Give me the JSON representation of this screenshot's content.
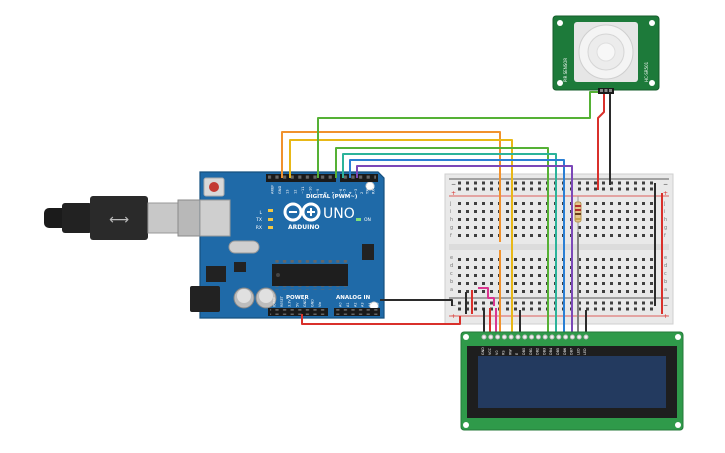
{
  "arduino": {
    "brand": "ARDUINO",
    "model": "UNO",
    "digital_header": "DIGITAL (PWM~)",
    "power_header": "POWER",
    "analog_header": "ANALOG IN",
    "on_label": "ON",
    "tx_label": "TX",
    "rx_label": "RX",
    "l_label": "L",
    "digital_pins": [
      "AREF",
      "GND",
      "13",
      "12",
      "~11",
      "~10",
      "~9",
      "8",
      "7",
      "~6",
      "~5",
      "4",
      "~3",
      "2",
      "TX▸1",
      "RX◂0"
    ],
    "power_pins": [
      "IOREF",
      "RESET",
      "3.3V",
      "5V",
      "GND",
      "GND",
      "Vin"
    ],
    "analog_pins": [
      "A0",
      "A1",
      "A2",
      "A3",
      "A4",
      "A5"
    ]
  },
  "lcd": {
    "pin_labels": [
      "GND",
      "VCC",
      "V0",
      "RS",
      "RW",
      "E",
      "DB0",
      "DB1",
      "DB2",
      "DB3",
      "DB4",
      "DB5",
      "DB6",
      "DB7",
      "LED",
      "LED"
    ]
  },
  "pir": {
    "side_labels": [
      "HC-SR501",
      "PIR SENSOR"
    ]
  },
  "breadboard": {
    "row_letters_top": [
      "j",
      "i",
      "h",
      "g",
      "f"
    ],
    "row_letters_bottom": [
      "e",
      "d",
      "c",
      "b",
      "a"
    ],
    "rail_plus": "+",
    "rail_minus": "−"
  },
  "colors": {
    "board": "#1f6aa8",
    "lcd_pcb": "#2f9a4a",
    "lcd_screen": "#233a5f",
    "pir_pcb": "#1d7a3a",
    "wire_orange": "#f0922d",
    "wire_yellow": "#e8b817",
    "wire_green": "#55b135",
    "wire_teal": "#2bb39a",
    "wire_blue": "#2a7fd4",
    "wire_purple": "#7b48b8",
    "wire_red": "#d9302b",
    "wire_black": "#2b2b2b",
    "wire_pink": "#d9368f"
  }
}
